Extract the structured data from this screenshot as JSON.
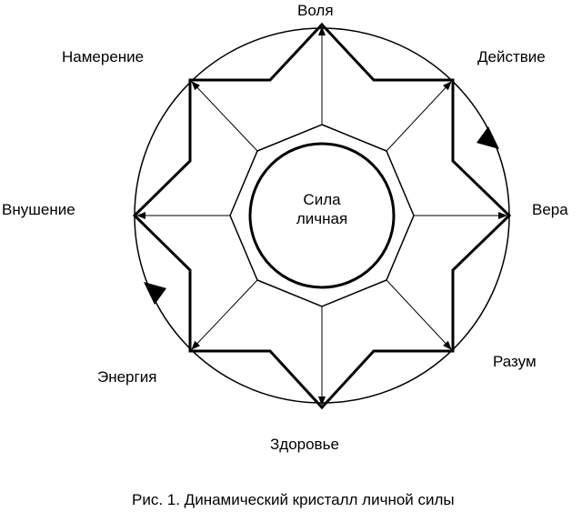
{
  "diagram": {
    "center_line1": "Сила",
    "center_line2": "личная",
    "labels": {
      "top": "Воля",
      "top_right": "Действие",
      "right": "Вера",
      "bottom_right": "Разум",
      "bottom": "Здоровье",
      "bottom_left": "Энергия",
      "left": "Внушение",
      "top_left": "Намерение"
    },
    "caption": "Рис. 1. Динамический кристалл личной силы"
  }
}
